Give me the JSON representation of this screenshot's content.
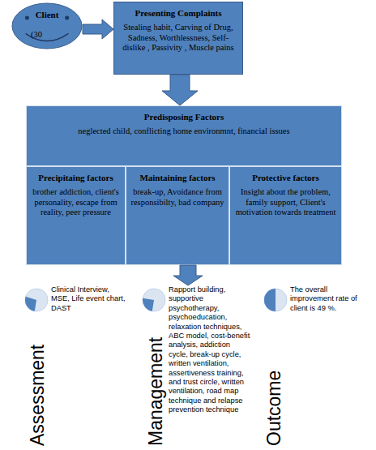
{
  "diagram": {
    "nodes": [
      {
        "text": [
          "Client",
          "(30"
        ]
      },
      {
        "text": [
          "Presenting Complaints",
          "Stealing habit, Carving of Drug, Sadness, Worthlessness, Self-dislike , Passivity , Muscle pains"
        ]
      },
      {
        "text": [
          "Predisposing Factors",
          "neglected child, conflicting home environmnt, financial issues"
        ]
      },
      {
        "text": [
          "Precipitaing factors",
          "brother addiction, client's personality, escape from reality, peer pressure"
        ]
      },
      {
        "text": [
          "Maintaining factors",
          "break-up, Avoidance from responsibilty, bad company"
        ]
      },
      {
        "text": [
          "Protective factors",
          "Insight about the problem, family support, Client's motivation towards treatment"
        ]
      },
      {
        "text": [
          "Clinical Interview, MSE, Life event chart, DAST"
        ]
      },
      {
        "text": [
          "Rapport building, supportive psychotherapy, psychoeducation, relaxation techniques, ABC model, cost-benefit analysis, addiction cycle, break-up cycle, written ventilation, assertiveness training, and trust circle, written ventilation, road map technique and relapse prevention technique"
        ]
      },
      {
        "text": [
          "The overall improvement rate of client is 49 %."
        ]
      }
    ],
    "edges": [
      {
        "from": 0,
        "to": 1,
        "arrow": "to"
      },
      {
        "from": 1,
        "to": 2,
        "arrow": "to"
      },
      {
        "from": 4,
        "to": 7,
        "arrow": "to"
      }
    ],
    "labels": [
      "Assessment",
      "Management",
      "Outcome"
    ]
  }
}
